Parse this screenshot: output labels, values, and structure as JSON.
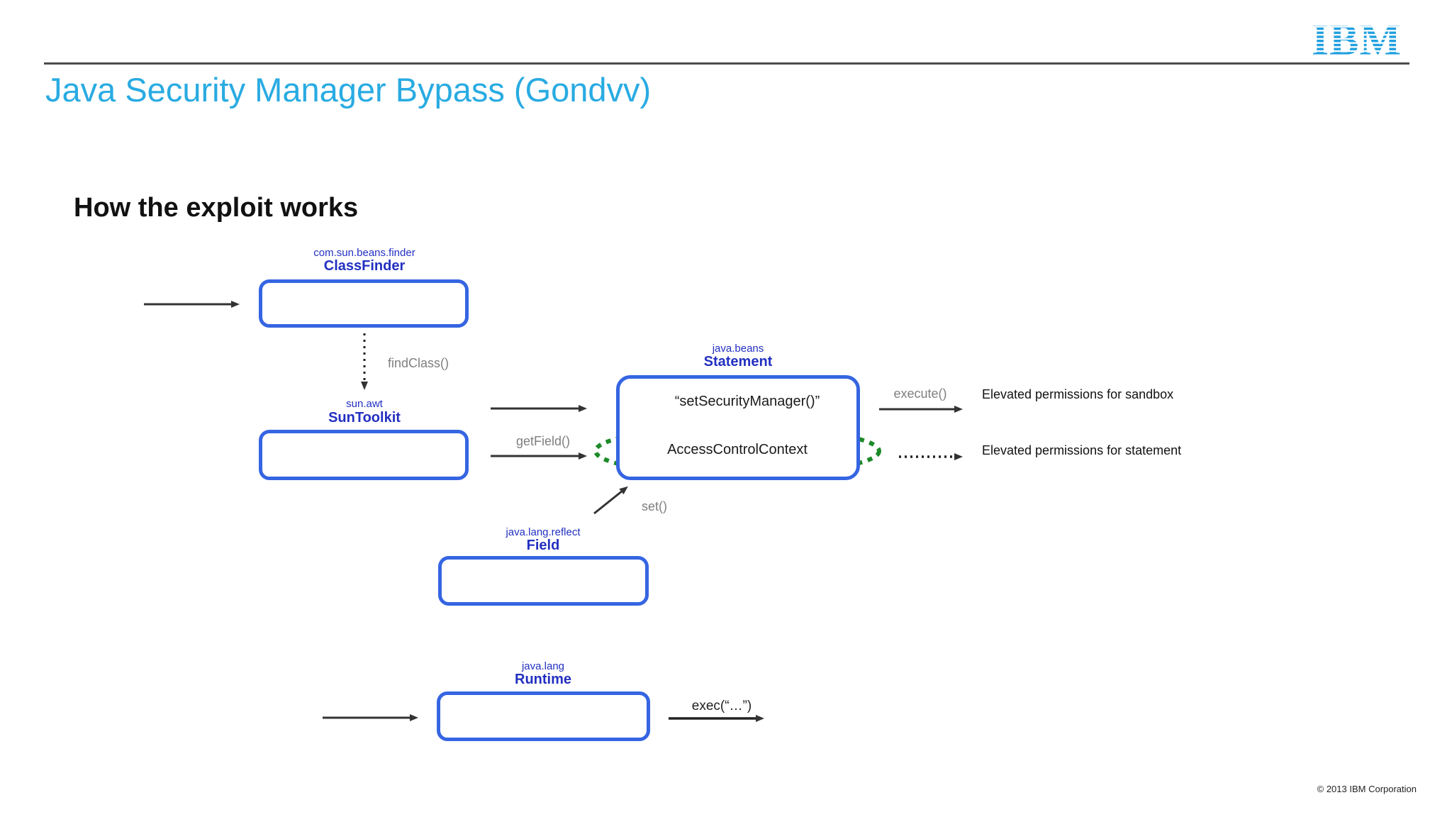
{
  "header": {
    "logo": "IBM",
    "title": "Java Security Manager Bypass (Gondvv)"
  },
  "heading": "How the exploit works",
  "footer": "© 2013 IBM Corporation",
  "diagram": {
    "nodes": [
      {
        "pkg": "com.sun.beans.finder",
        "cls": "ClassFinder"
      },
      {
        "pkg": "sun.awt",
        "cls": "SunToolkit"
      },
      {
        "pkg": "java.beans",
        "cls": "Statement",
        "items": [
          "“setSecurityManager()”",
          "AccessControlContext"
        ]
      },
      {
        "pkg": "java.lang.reflect",
        "cls": "Field"
      },
      {
        "pkg": "java.lang",
        "cls": "Runtime"
      }
    ],
    "methods": {
      "findClass": "findClass()",
      "getField": "getField()",
      "set": "set()",
      "execute": "execute()",
      "exec": "exec(“…”)"
    },
    "outcomes": {
      "sandbox": "Elevated permissions for sandbox",
      "statement": "Elevated permissions for statement"
    },
    "colors": {
      "ibm_cyan": "#29abe2",
      "box_border_blue": "#3565e2",
      "label_navy": "#2230c0",
      "highlight_green": "#1d8a28",
      "arrow_dark": "#333333",
      "method_gray": "#7f7f7f",
      "rule_gray": "#4d4d4d"
    }
  }
}
